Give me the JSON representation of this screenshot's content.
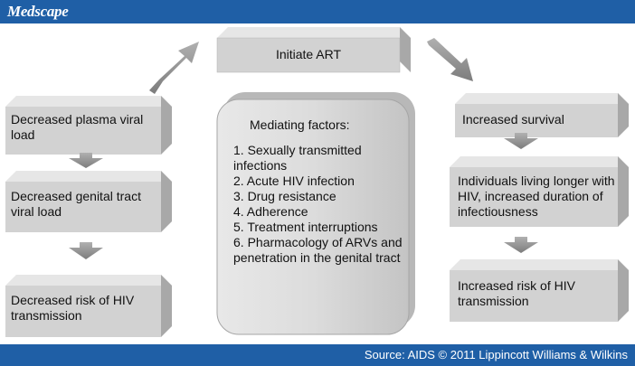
{
  "header": {
    "logo": "Medscape"
  },
  "footer": {
    "source": "Source: AIDS © 2011 Lippincott Williams & Wilkins"
  },
  "diagram": {
    "top": "Initiate ART",
    "left": [
      "Decreased plasma viral load",
      "Decreased genital tract viral load",
      "Decreased risk of HIV transmission"
    ],
    "right": [
      "Increased survival",
      "Individuals living longer with HIV, increased duration of infectiousness",
      "Increased risk of HIV transmission"
    ],
    "center": {
      "title": "Mediating factors:",
      "items": [
        "1.  Sexually transmitted infections",
        "2.  Acute HIV infection",
        "3.  Drug resistance",
        "4.  Adherence",
        "5.  Treatment interruptions",
        "6.  Pharmacology of ARVs and penetration in the genital tract"
      ]
    }
  },
  "colors": {
    "banner": "#1f5fa6",
    "box_front": "#d2d2d2",
    "box_top": "#e6e6e6",
    "box_side": "#a8a8a8",
    "arrow": "#8e8e8e"
  }
}
